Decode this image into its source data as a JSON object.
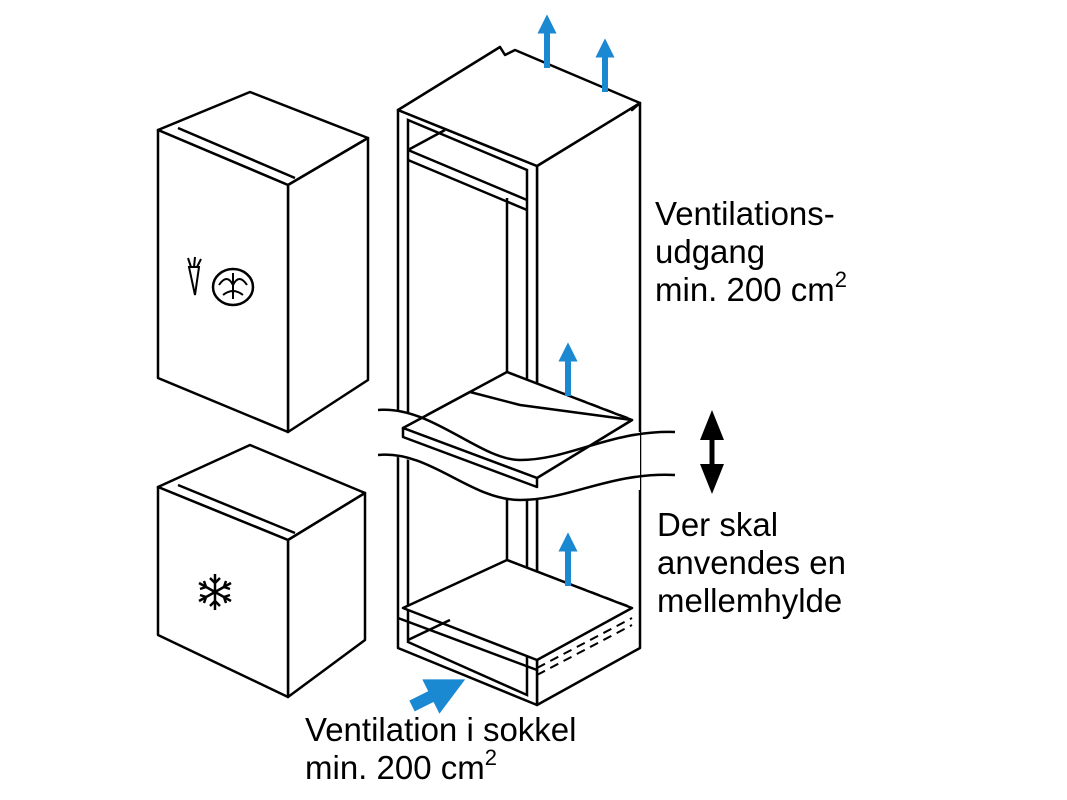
{
  "colors": {
    "airflow_arrow": "#1b88d2",
    "line": "#000000"
  },
  "labels": {
    "outlet": {
      "line1": "Ventilations-",
      "line2": "udgang",
      "line3": "min. 200 cm",
      "sup": "2"
    },
    "shelf": {
      "line1": "Der skal",
      "line2": "anvendes en",
      "line3": "mellemhylde"
    },
    "plinth": {
      "line1": "Ventilation i sokkel",
      "line2": "min. 200 cm",
      "sup": "2"
    }
  },
  "icons": [
    "vegetables-icon",
    "snowflake-icon",
    "airflow-arrow-icon",
    "adjust-height-double-arrow-icon"
  ]
}
